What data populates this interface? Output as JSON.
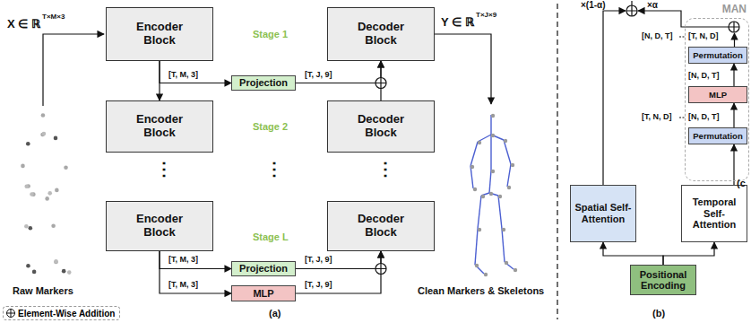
{
  "diagram": {
    "nodes": [
      {
        "text": [
          "Encoder Block"
        ]
      },
      {
        "text": [
          "Decoder Block"
        ]
      },
      {
        "text": [
          "Projection"
        ]
      },
      {
        "text": [
          "Encoder Block"
        ]
      },
      {
        "text": [
          "Decoder Block"
        ]
      },
      {
        "text": [
          "Encoder Block"
        ]
      },
      {
        "text": [
          "Decoder Block"
        ]
      },
      {
        "text": [
          "Projection"
        ]
      },
      {
        "text": [
          "MLP"
        ]
      },
      {
        "text": [
          "MAN"
        ]
      },
      {
        "text": [
          "Permutation"
        ],
        "in": 9
      },
      {
        "text": [
          "MLP"
        ],
        "in": 9
      },
      {
        "text": [
          "Permutation"
        ],
        "in": 9
      },
      {
        "text": [
          "Spatial Self-Attention"
        ]
      },
      {
        "text": [
          "Temporal Self-Attention"
        ]
      },
      {
        "text": [
          "Positional Encoding"
        ]
      }
    ],
    "edges": [
      {
        "from": 0,
        "to": 3,
        "arrow": "to"
      },
      {
        "from": 0,
        "to": 2,
        "arrow": "to"
      },
      {
        "from": 2,
        "to": 1,
        "arrow": "to"
      },
      {
        "from": 4,
        "to": 1,
        "arrow": "to"
      },
      {
        "from": 5,
        "to": 7,
        "arrow": "to"
      },
      {
        "from": 5,
        "to": 8,
        "arrow": "to"
      },
      {
        "from": 7,
        "to": 6,
        "arrow": "to"
      },
      {
        "from": 8,
        "to": 6,
        "arrow": "to"
      },
      {
        "from": 12,
        "to": 11,
        "arrow": "to"
      },
      {
        "from": 11,
        "to": 10,
        "arrow": "to"
      },
      {
        "from": 14,
        "to": 12,
        "arrow": "to"
      },
      {
        "from": 15,
        "to": 13,
        "arrow": "to"
      },
      {
        "from": 15,
        "to": 14,
        "arrow": "to"
      }
    ],
    "labels": [
      "X ∈ ℝ",
      "T×M×3",
      "Y ∈ ℝ",
      "T×J×9",
      "Stage 1",
      "Stage 2",
      "Stage L",
      "[T, M, 3]",
      "[T, J, 9]",
      "[T, M, 3]",
      "[T, J, 9]",
      "[T, M, 3]",
      "[T, J, 9]",
      "⋮",
      "⋮",
      "⋮",
      "Raw Markers",
      "Clean Markers & Skeletons",
      "(a)",
      "×(1-α)",
      "×α",
      "[N, D, T]",
      "[T, N, D]",
      "[T, N, D]",
      "[N, D, T]",
      "[N, D, T]",
      "(b)",
      "(c"
    ],
    "legend": [
      {
        "text": "Element-Wise Addition"
      }
    ]
  }
}
